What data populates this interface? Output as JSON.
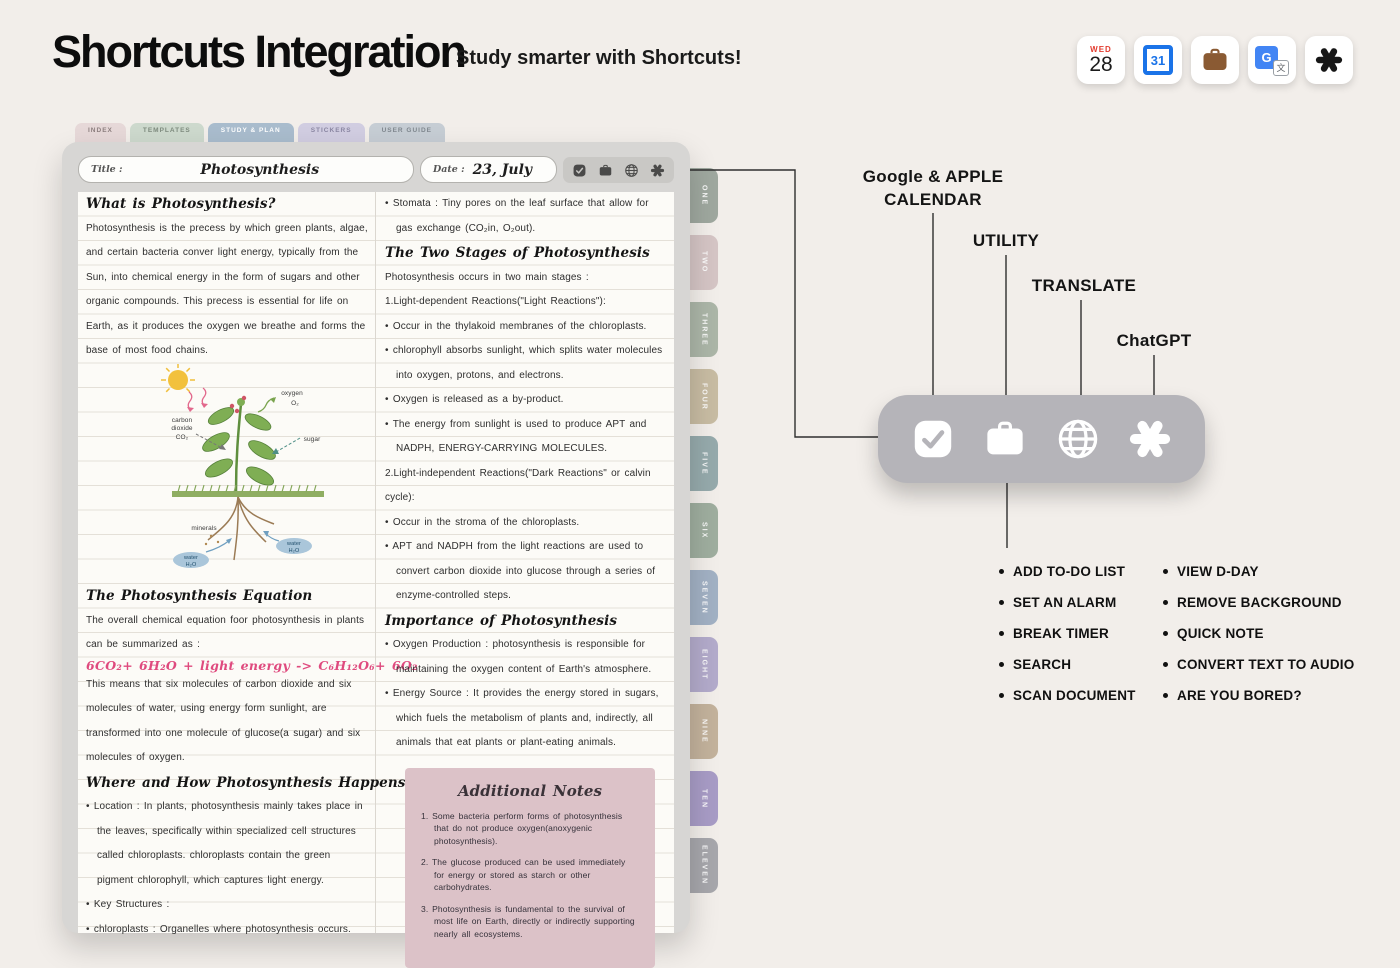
{
  "header": {
    "title": "Shortcuts Integration",
    "subtitle": "Study smarter with Shortcuts!"
  },
  "app_icons": {
    "apple_calendar": {
      "weekday": "WED",
      "day": "28"
    },
    "google_calendar": {
      "day": "31"
    },
    "translate": {
      "g": "G",
      "wen": "文"
    }
  },
  "notebook": {
    "top_tabs": [
      {
        "label": "INDEX",
        "color": "#e6d8d8",
        "text_color": "#8d7f7f"
      },
      {
        "label": "TEMPLATES",
        "color": "#cdd9cd",
        "text_color": "#7e8b7e"
      },
      {
        "label": "STUDY & PLAN",
        "color": "#a9bccd",
        "text_color": "#ffffff"
      },
      {
        "label": "STICKERS",
        "color": "#d1cde1",
        "text_color": "#8b87a3"
      },
      {
        "label": "USER GUIDE",
        "color": "#c6cdd4",
        "text_color": "#80888f"
      }
    ],
    "title_label": "Title :",
    "title_value": "Photosynthesis",
    "date_label": "Date :",
    "date_value": "23, July",
    "side_tabs": [
      {
        "label": "ONE",
        "color": "#9fa89f"
      },
      {
        "label": "TWO",
        "color": "#d5c5c5"
      },
      {
        "label": "THREE",
        "color": "#acb6a8"
      },
      {
        "label": "FOUR",
        "color": "#c8bca3"
      },
      {
        "label": "FIVE",
        "color": "#96aaac"
      },
      {
        "label": "SIX",
        "color": "#9fae9f"
      },
      {
        "label": "SEVEN",
        "color": "#a2b1c4"
      },
      {
        "label": "EIGHT",
        "color": "#b3abcb"
      },
      {
        "label": "NINE",
        "color": "#c3b29c"
      },
      {
        "label": "TEN",
        "color": "#a89cc6"
      },
      {
        "label": "ELEVEN",
        "color": "#a7a7ac"
      }
    ],
    "left": {
      "s1_heading": "What is Photosynthesis?",
      "s1_body": "Photosynthesis is the precess by which green plants, algae, and certain bacteria conver light energy, typically from the Sun, into chemical energy in the form of sugars and other organic compounds. This precess is essential for life on Earth, as it produces the oxygen we breathe and forms the base of most food chains.",
      "diagram_labels": {
        "oxygen": "oxygen",
        "o2": "O₂",
        "sugar": "sugar",
        "carbon1": "carbon",
        "carbon2": "dioxide",
        "carbon3": "CO₂",
        "minerals": "minerals",
        "water": "water",
        "h2o": "H₂O"
      },
      "s2_heading": "The Photosynthesis Equation",
      "s2_intro": "The overall chemical equation foor photosynthesis in plants can be summarized as :",
      "equation": "6CO₂+ 6H₂O  + light energy -> C₆H₁₂O₆+ 6O₂",
      "s2_body": "This means that six molecules of carbon dioxide and six molecules of water, using energy form sunlight, are transformed into one molecule of glucose(a sugar) and six molecules of oxygen.",
      "s3_heading": "Where and How Photosynthesis Happens",
      "s3_bullets": [
        "Location : In plants, photosynthesis mainly takes place in the leaves, specifically within specialized cell structures called chloroplasts. chloroplasts contain the green pigment chlorophyll, which captures light energy.",
        "Key Structures :",
        "chloroplasts : Organelles where photosynthesis occurs."
      ]
    },
    "right": {
      "stomata_bullet": "Stomata : Tiny pores on the leaf surface that allow for gas exchange (CO₂in, O₂out).",
      "s1_heading": "The Two Stages of Photosynthesis",
      "s1_intro": "Photosynthesis occurs in two main stages :",
      "stage1_title": "1.Light-dependent Reactions(\"Light Reactions\"):",
      "stage1_bullets": [
        "Occur in the thylakoid membranes of the chloroplasts.",
        "chlorophyll absorbs sunlight, which splits water molecules into oxygen, protons, and electrons.",
        "Oxygen is released as a by-product.",
        "The energy from sunlight is used to produce APT and NADPH, ENERGY-CARRYING MOLECULES."
      ],
      "stage2_title": "2.Light-independent Reactions(\"Dark Reactions\" or calvin cycle):",
      "stage2_bullets": [
        "Occur in the stroma of the chloroplasts.",
        "APT and NADPH from the light reactions are used to convert carbon dioxide into glucose through a series of enzyme-controlled steps."
      ],
      "s2_heading": "Importance of Photosynthesis",
      "s2_bullets": [
        "Oxygen Production : photosynthesis is responsible for maintaining the oxygen content of Earth's atmosphere.",
        "Energy Source : It provides the energy stored in sugars, which fuels the metabolism of plants and, indirectly, all animals that eat plants or plant-eating animals."
      ],
      "notes": {
        "heading": "Additional Notes",
        "items": [
          "1.  Some bacteria perform forms of photosynthesis that do not produce oxygen(anoxygenic photosynthesis).",
          "2.  The glucose produced can be used immediately for energy or stored as starch or other carbohydrates.",
          "3.  Photosynthesis is fundamental to the survival of most life on Earth, directly or indirectly supporting nearly all ecosystems."
        ]
      }
    }
  },
  "annotations": {
    "calendar_line1": "Google & APPLE",
    "calendar_line2": "CALENDAR",
    "utility_label": "UTILITY",
    "translate_label": "TRANSLATE",
    "chatgpt_label": "ChatGPT",
    "features_left": [
      "ADD TO-DO LIST",
      "SET AN ALARM",
      "BREAK TIMER",
      "SEARCH",
      "SCAN DOCUMENT"
    ],
    "features_right": [
      "VIEW D-DAY",
      "REMOVE BACKGROUND",
      "QUICK NOTE",
      "CONVERT TEXT TO AUDIO",
      "ARE YOU BORED?"
    ]
  },
  "colors": {
    "accent_equation": "#df4a7e",
    "dock_gray": "#b5b4b9",
    "notes_pink": "#dcc2c8",
    "background": "#f2eeea"
  }
}
